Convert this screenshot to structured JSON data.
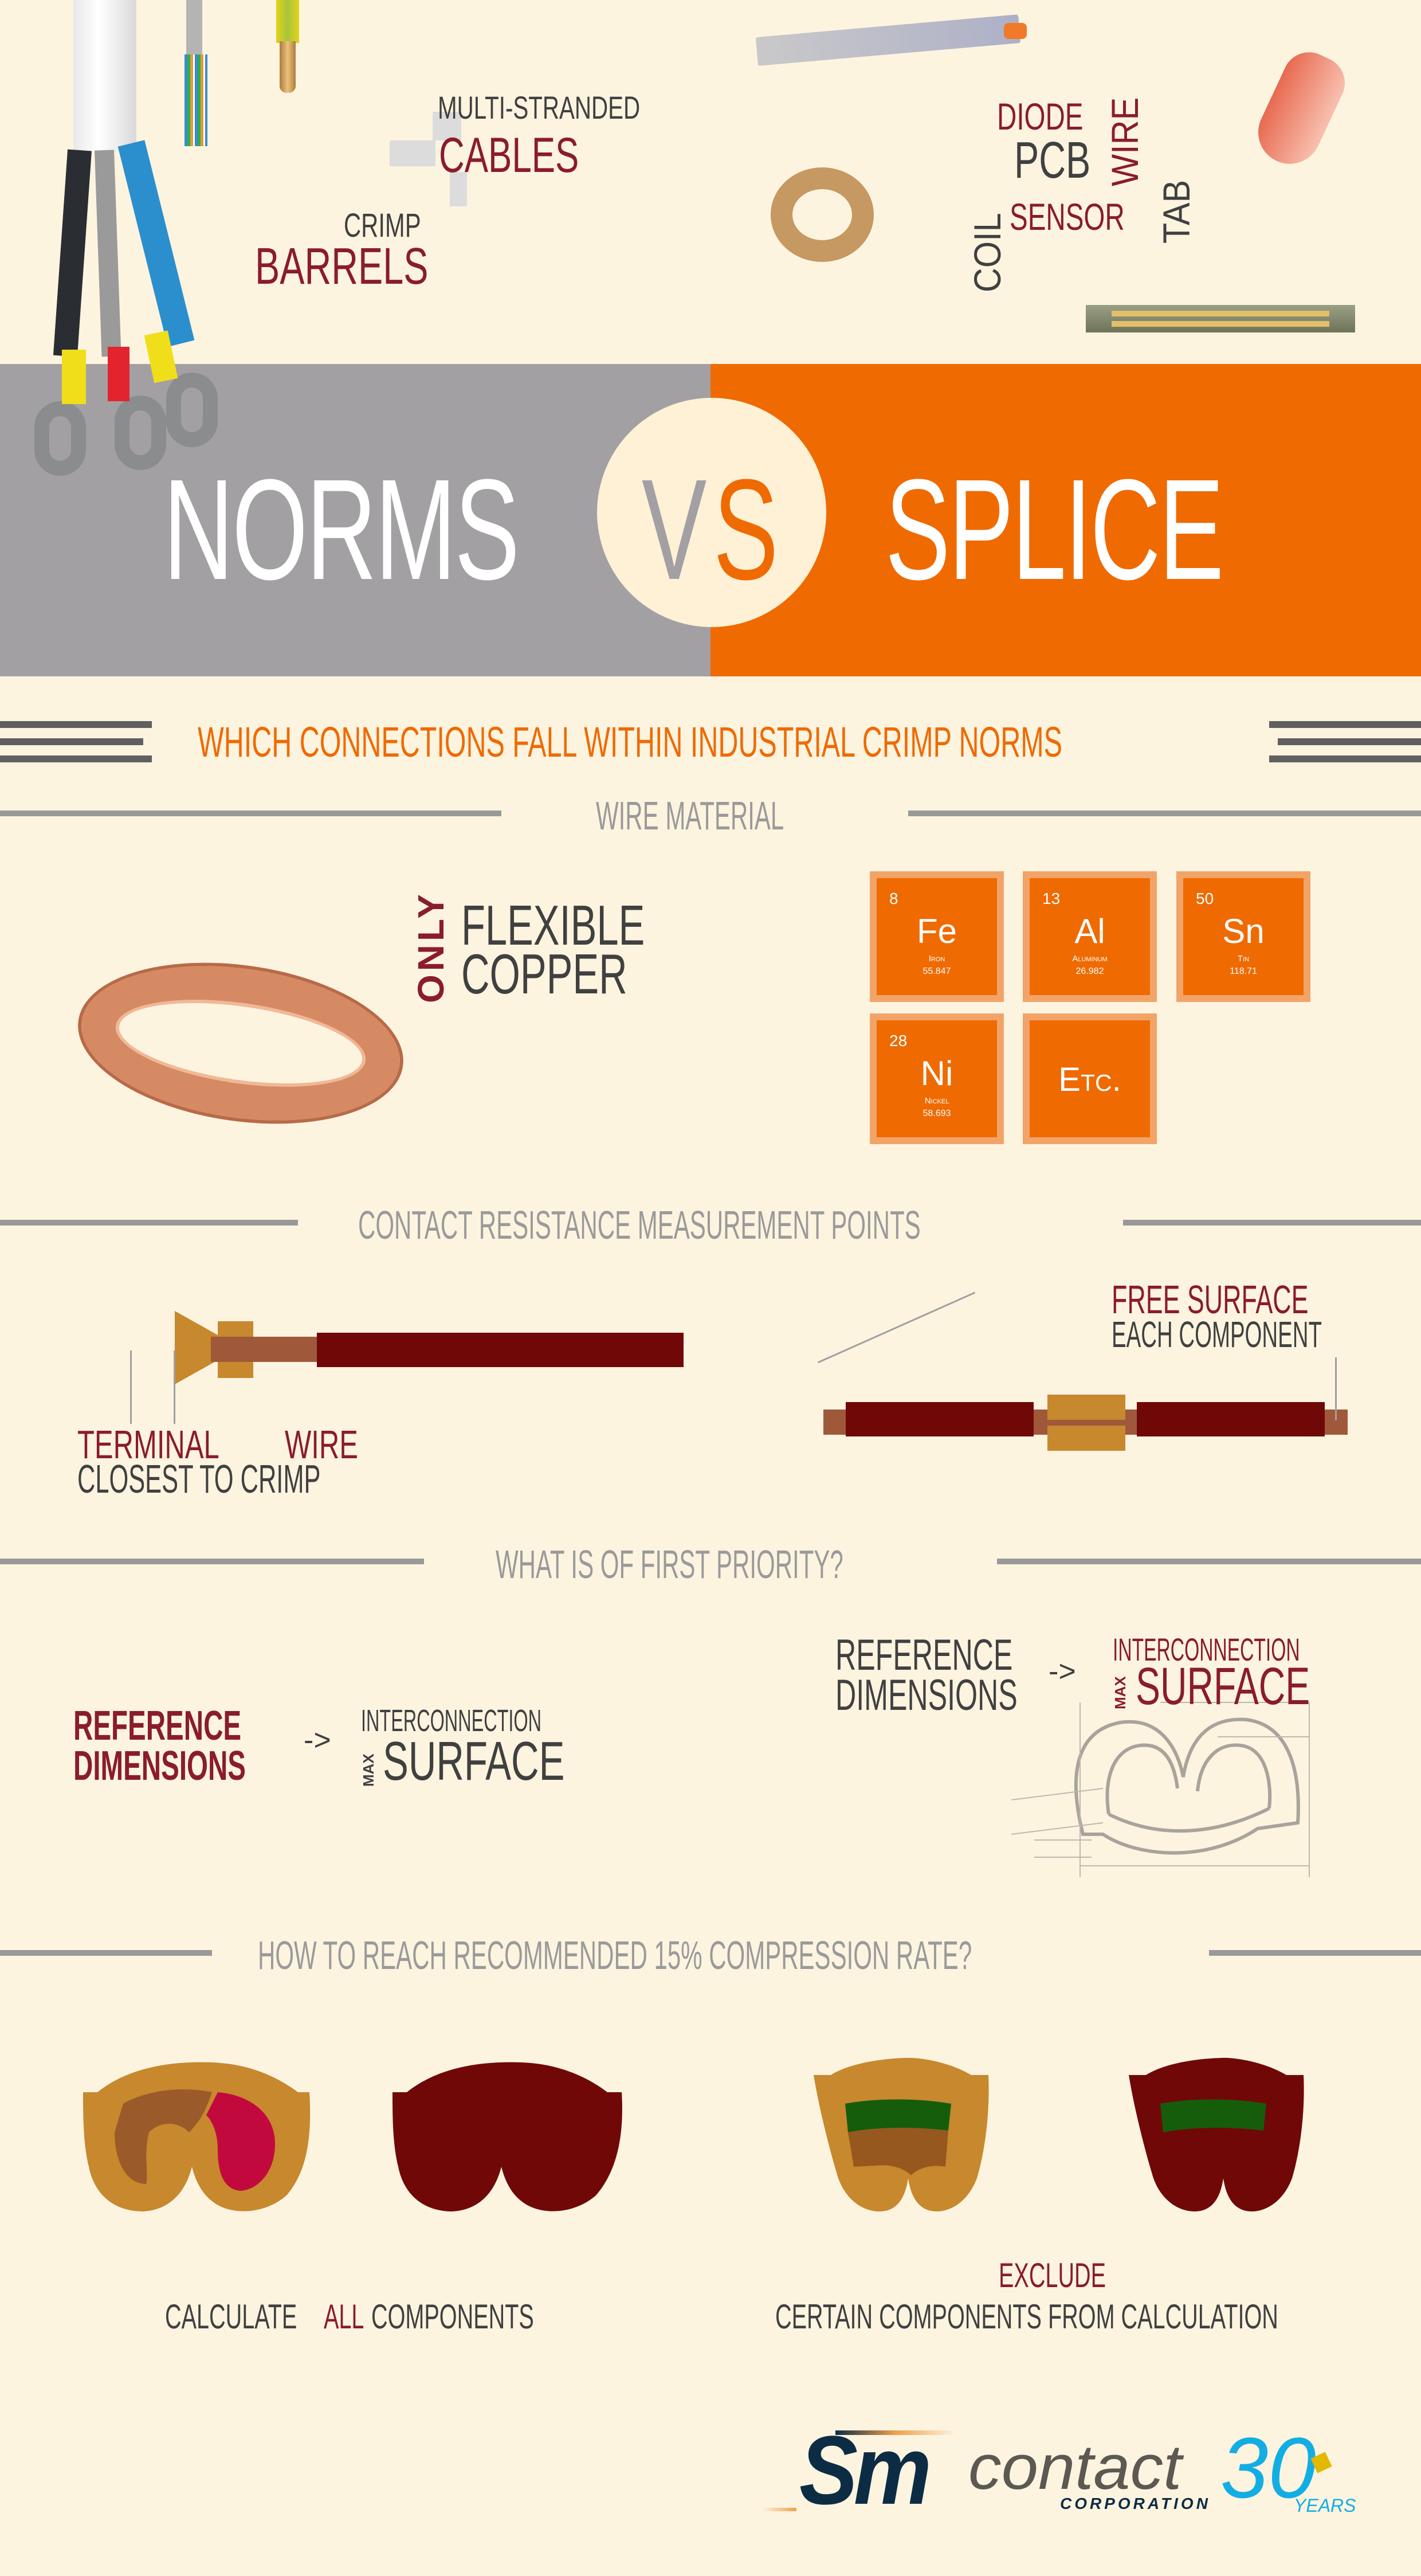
{
  "header_collage": {
    "left_labels": {
      "cables_small": "MULTI-STRANDED",
      "cables_big": "CABLES",
      "barrels_small": "CRIMP",
      "barrels_big": "BARRELS"
    },
    "right_words": {
      "diode": "DIODE",
      "pcb": "PCB",
      "wire": "WIRE",
      "sensor": "SENSOR",
      "coil": "COIL",
      "tab": "TAB"
    }
  },
  "hero": {
    "left_word": "NORMS",
    "vs_v": "V",
    "vs_s": "S",
    "right_word": "SPLICE",
    "colors": {
      "left_bg": "#a3a0a4",
      "right_bg": "#ef6a00",
      "circle": "#fff1d6"
    }
  },
  "main_heading": "WHICH CONNECTIONS FALL WITHIN INDUSTRIAL CRIMP NORMS",
  "wire_material": {
    "title": "WIRE MATERIAL",
    "only": "ONLY",
    "line1": "FLEXIBLE",
    "line2": "COPPER",
    "elements": [
      {
        "number": "8",
        "symbol": "Fe",
        "name": "Iron",
        "mass": "55.847"
      },
      {
        "number": "13",
        "symbol": "Al",
        "name": "Aluminum",
        "mass": "26.982"
      },
      {
        "number": "50",
        "symbol": "Sn",
        "name": "Tin",
        "mass": "118.71"
      },
      {
        "number": "28",
        "symbol": "Ni",
        "name": "Nickel",
        "mass": "58.693"
      },
      {
        "symbol": "Etc."
      }
    ]
  },
  "contact_resistance": {
    "title": "CONTACT RESISTANCE MEASUREMENT POINTS",
    "left": {
      "terminal": "TERMINAL",
      "wire": "WIRE",
      "caption": "CLOSEST TO CRIMP"
    },
    "right": {
      "title": "FREE SURFACE",
      "caption": "EACH COMPONENT"
    }
  },
  "first_priority": {
    "title": "WHAT IS OF FIRST PRIORITY?",
    "left": {
      "ref1": "REFERENCE",
      "ref2": "DIMENSIONS",
      "arrow": "->",
      "inter": "INTERCONNECTION",
      "max": "MAX",
      "surface": "SURFACE"
    },
    "right": {
      "ref1": "REFERENCE",
      "ref2": "DIMENSIONS",
      "arrow": "->",
      "inter": "INTERCONNECTION",
      "max": "MAX",
      "surface": "SURFACE"
    }
  },
  "compression": {
    "title": "HOW TO REACH RECOMMENDED 15% COMPRESSION RATE?",
    "left": {
      "pre": "CALCULATE ",
      "emph": "ALL",
      "post": " COMPONENTS"
    },
    "right": {
      "emph": "EXCLUDE",
      "caption": "CERTAIN COMPONENTS FROM CALCULATION"
    }
  },
  "footer": {
    "logo_mark": "Sm",
    "logo_word": "contact",
    "logo_sub": "CORPORATION",
    "anniversary_number": "30",
    "anniversary_word": "YEARS"
  }
}
